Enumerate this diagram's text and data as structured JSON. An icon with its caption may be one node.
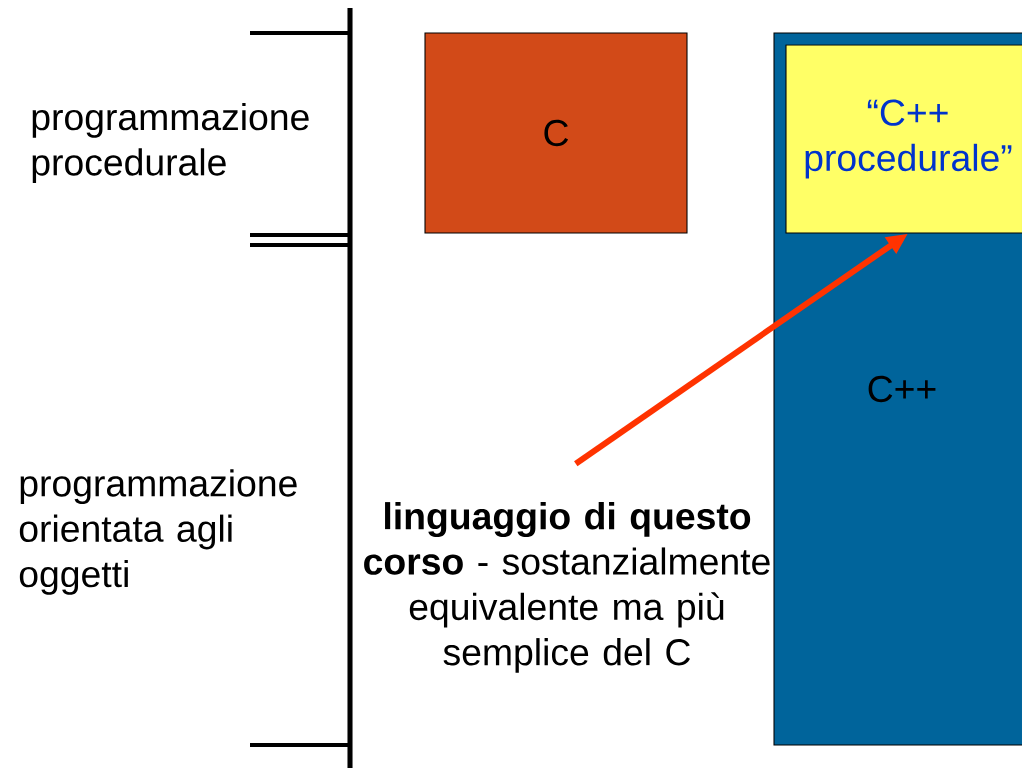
{
  "diagram": {
    "nodes": [
      {
        "text": [
          "C"
        ]
      },
      {
        "text": [
          "C++"
        ]
      },
      {
        "text": [
          "“C++ procedurale”"
        ],
        "in": 1
      },
      {
        "text": [
          "**linguaggio di questo corso** - sostanzialmente equivalente ma più semplice del C"
        ]
      }
    ],
    "edges": [
      {
        "from": 3,
        "to": 2,
        "arrow": "to",
        "color": "#ff3300"
      }
    ],
    "labels": [
      "programmazione procedurale",
      "programmazione orientata agli oggetti"
    ]
  }
}
